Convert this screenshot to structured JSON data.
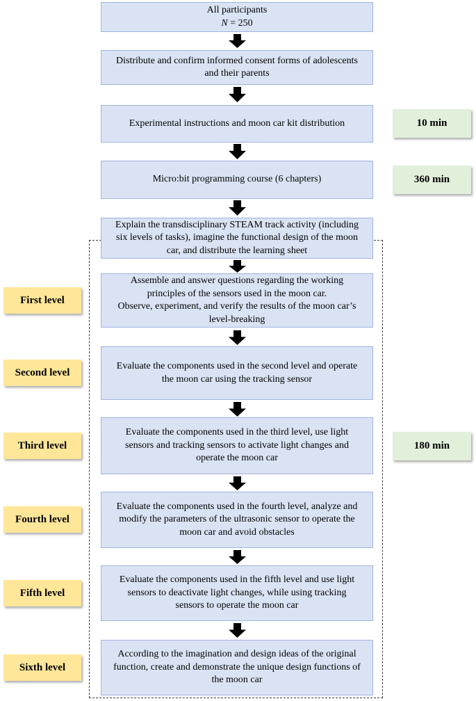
{
  "colors": {
    "process_box_bg": "#dae3f3",
    "process_box_border": "#9fb3e0",
    "duration_badge_bg": "#e2efda",
    "level_label_bg": "#ffe699",
    "arrow": "#000000",
    "dashed_frame": "#3a3a3a"
  },
  "pre_steps": {
    "participants": {
      "line1": "All participants",
      "n_symbol": "N",
      "n_value": " = 250"
    },
    "consent": {
      "text": "Distribute and confirm informed consent forms of adolescents\nand their parents"
    },
    "instructions": {
      "text": "Experimental instructions and moon car kit distribution"
    },
    "course": {
      "text": "Micro:bit programming course (6 chapters)"
    },
    "explain": {
      "text": "Explain the transdisciplinary STEAM track activity (including\nsix levels of tasks), imagine the functional design of the moon\ncar, and distribute the learning sheet"
    }
  },
  "durations": [
    {
      "label": "10 min"
    },
    {
      "label": "360 min"
    },
    {
      "label": "180 min"
    }
  ],
  "levels": [
    {
      "label": "First level",
      "text": "Assemble and answer questions regarding the working\nprinciples of the sensors used in the moon car.\nObserve, experiment, and verify the results of the moon car’s\nlevel-breaking"
    },
    {
      "label": "Second level",
      "text": "Evaluate the components used in the second level and operate\nthe moon car using the tracking sensor"
    },
    {
      "label": "Third level",
      "text": "Evaluate the components used in the third level, use light\nsensors and tracking sensors to activate light changes and\noperate the moon car"
    },
    {
      "label": "Fourth level",
      "text": "Evaluate the components used in the fourth level, analyze and\nmodify the parameters of the ultrasonic sensor to operate the\nmoon car and avoid obstacles"
    },
    {
      "label": "Fifth level",
      "text": "Evaluate the components used in the fifth level and use light\nsensors to deactivate light changes, while using tracking\nsensors to operate the moon car"
    },
    {
      "label": "Sixth level",
      "text": "According to the imagination and design ideas of the original\nfunction, create and demonstrate the unique design functions of\nthe moon car"
    }
  ]
}
